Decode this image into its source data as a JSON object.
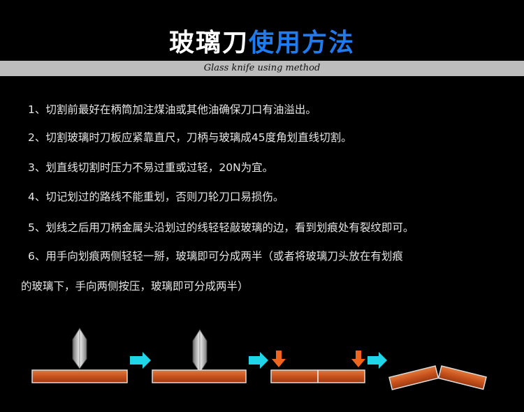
{
  "header": {
    "title_white": "玻璃刀",
    "title_blue": "使用方法",
    "subtitle": "Glass knife using method"
  },
  "steps": [
    "1、切割前最好在柄筒加注煤油或其他油确保刀口有油溢出。",
    "2、切割玻璃时刀板应紧靠直尺，刀柄与玻璃成45度角划直线切割。",
    "3、划直线切割时压力不易过重或过轻，20N为宜。",
    "4、切记划过的路线不能重划，否则刀轮刀口易损伤。",
    "5、划线之后用刀柄金属头沿划过的线轻轻敲玻璃的边，看到划痕处有裂纹即可。",
    "6、用手向划痕两侧轻轻一掰，玻璃即可分成两半（或者将玻璃刀头放在有划痕",
    "的玻璃下，手向两侧按压，玻璃即可分成两半）"
  ],
  "colors": {
    "title_blue": "#1e7cf0",
    "arrow_cyan": "#1fd5e8",
    "arrow_orange": "#f0641e",
    "glass_orange": "#c8521c"
  },
  "diagram": {
    "icons": [
      "glass-cutter-icon",
      "arrow-right-icon",
      "arrow-down-icon",
      "glass-pane-icon"
    ]
  }
}
